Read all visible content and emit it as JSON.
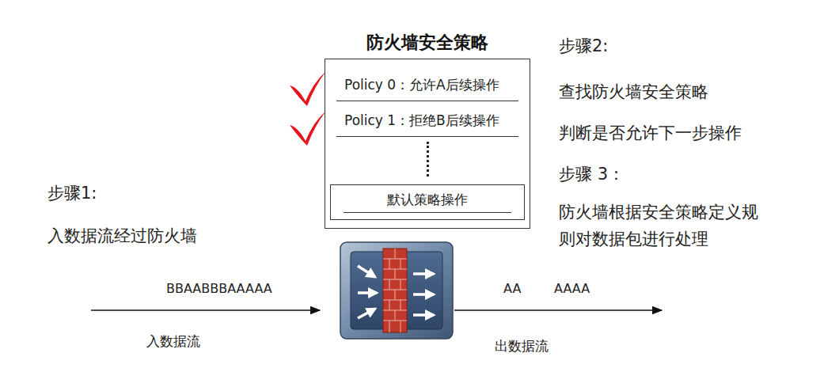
{
  "diagram": {
    "nodes": [
      {
        "text": [
          "防火墙安全策略",
          "Policy 0：允许A后续操作",
          "Policy 1：拒绝B后续操作"
        ]
      },
      {
        "text": [
          "默认策略操作"
        ],
        "in": 0
      }
    ],
    "labels": [
      "步骤1:",
      "入数据流经过防火墙",
      "步骤2:",
      "查找防火墙安全策略",
      "判断是否允许下一步操作",
      "步骤 3：",
      "防火墙根据安全策略定义规则对数据包进行处理",
      "BBAABBBAAAAA",
      "入数据流",
      "AA",
      "AAAA",
      "出数据流"
    ]
  }
}
